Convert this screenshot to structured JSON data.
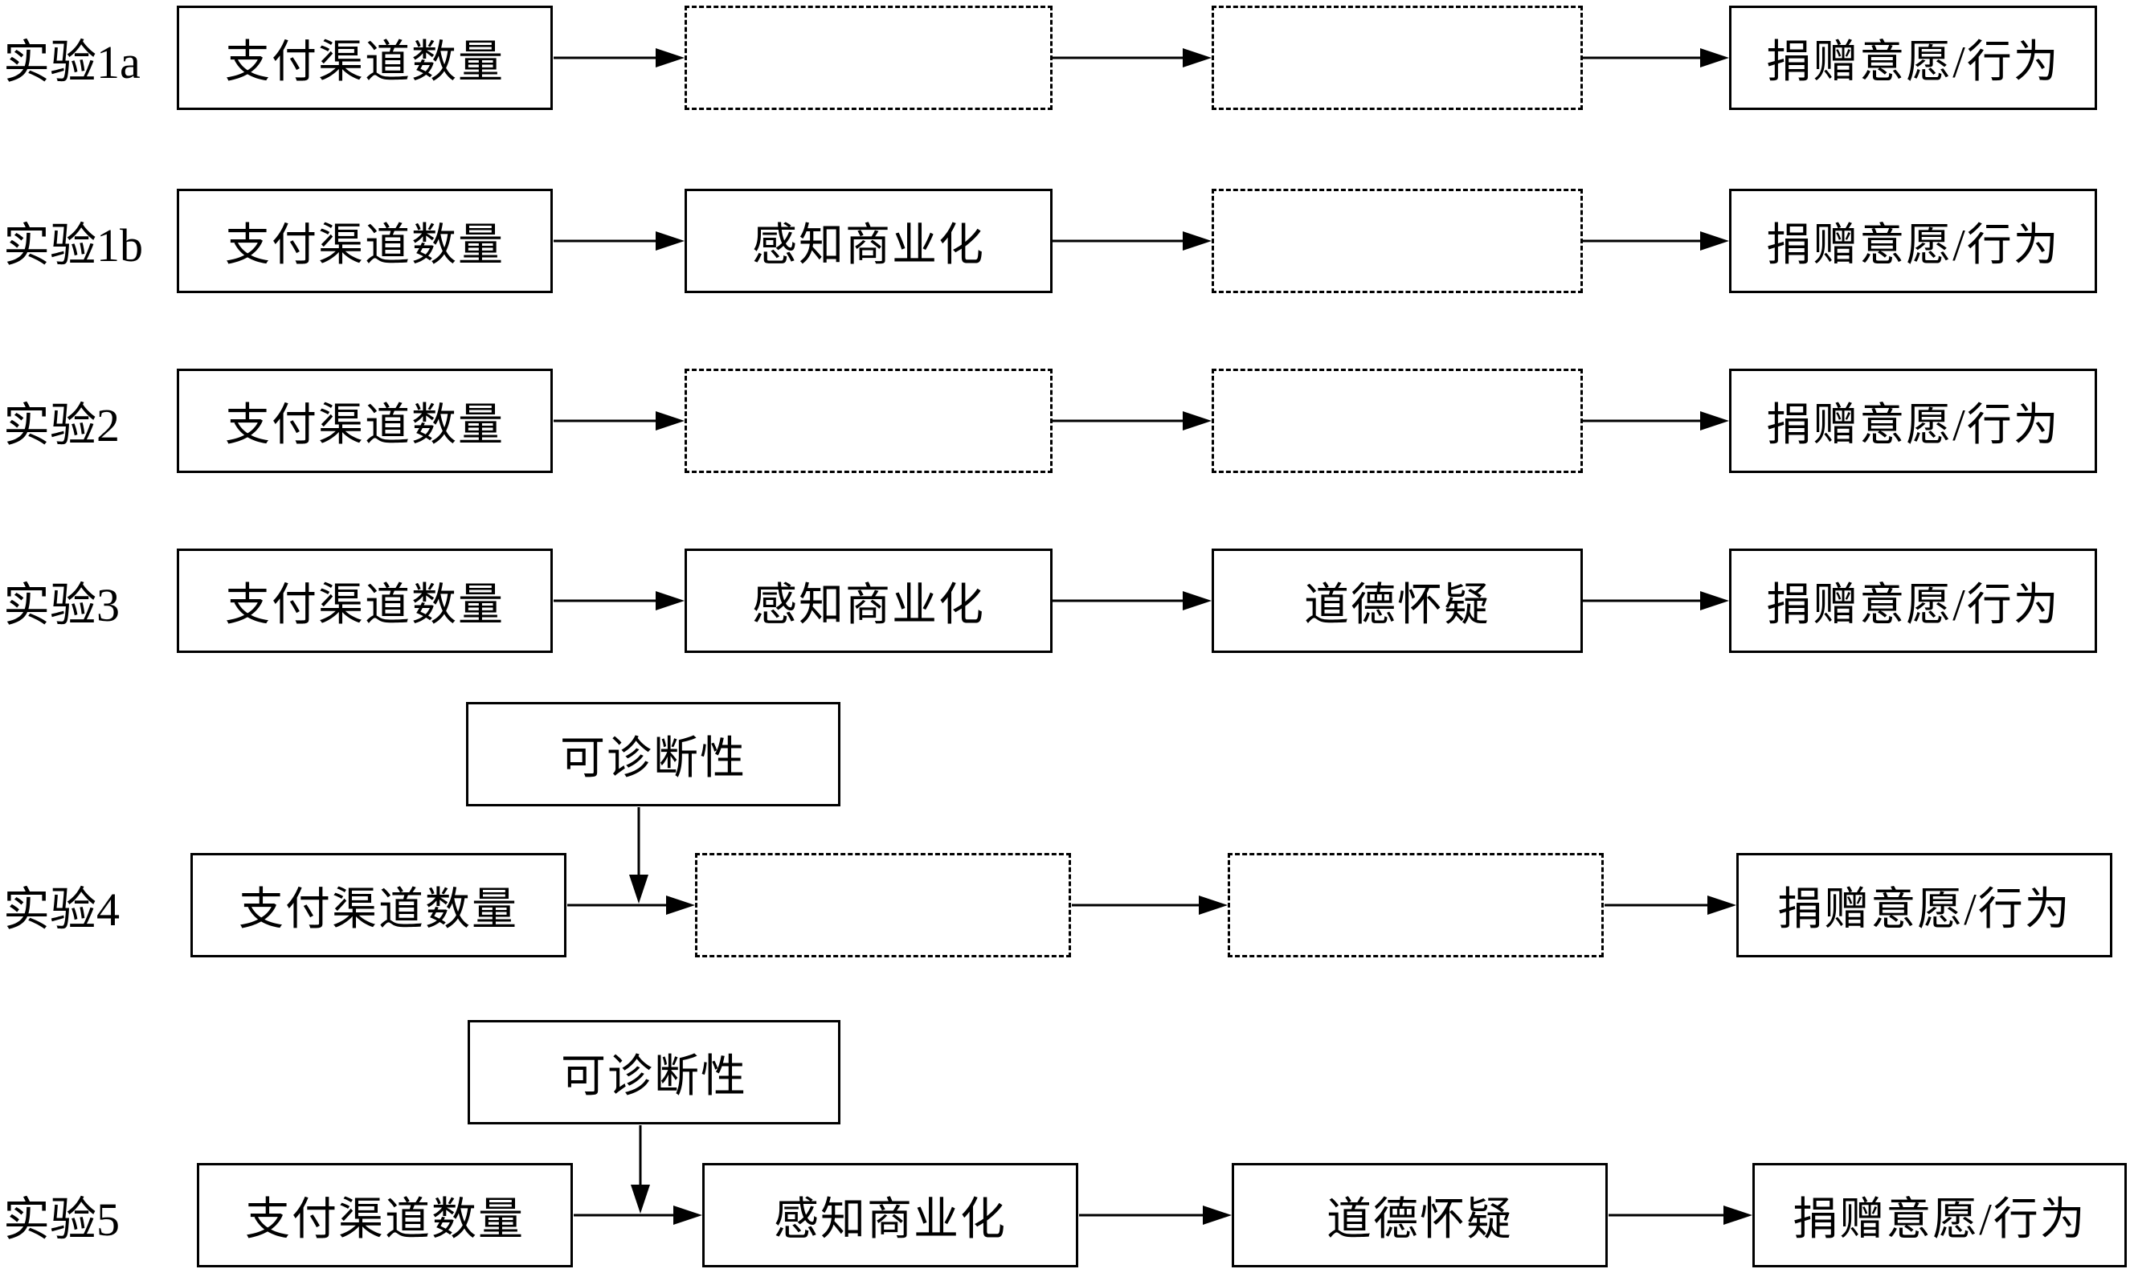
{
  "figure": {
    "rows": [
      {
        "label": "实验1a",
        "box1": "支付渠道数量",
        "box2": "",
        "box3": "",
        "box4": "捐赠意愿/行为"
      },
      {
        "label": "实验1b",
        "box1": "支付渠道数量",
        "box2": "感知商业化",
        "box3": "",
        "box4": "捐赠意愿/行为"
      },
      {
        "label": "实验2",
        "box1": "支付渠道数量",
        "box2": "",
        "box3": "",
        "box4": "捐赠意愿/行为"
      },
      {
        "label": "实验3",
        "box1": "支付渠道数量",
        "box2": "感知商业化",
        "box3": "道德怀疑",
        "box4": "捐赠意愿/行为"
      },
      {
        "label": "实验4",
        "moderator": "可诊断性",
        "box1": "支付渠道数量",
        "box2": "",
        "box3": "",
        "box4": "捐赠意愿/行为"
      },
      {
        "label": "实验5",
        "moderator": "可诊断性",
        "box1": "支付渠道数量",
        "box2": "感知商业化",
        "box3": "道德怀疑",
        "box4": "捐赠意愿/行为"
      }
    ]
  }
}
